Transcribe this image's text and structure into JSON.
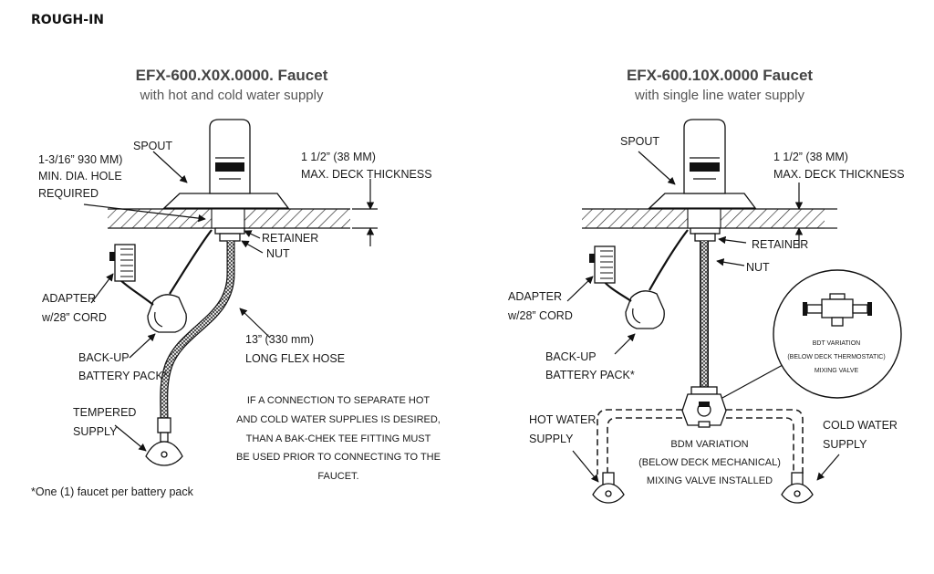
{
  "heading": "ROUGH-IN",
  "left": {
    "title": "EFX-600.X0X.0000. Faucet",
    "subtitle": "with hot and cold water supply",
    "spout": "SPOUT",
    "hole_line1": "1-3/16” 930 MM)",
    "hole_line2": "MIN. DIA. HOLE",
    "hole_line3": "REQUIRED",
    "deck_line1": "1 1/2” (38 MM)",
    "deck_line2": "MAX. DECK THICKNESS",
    "retainer": "RETAINER",
    "nut": "NUT",
    "adapter_line1": "ADAPTER",
    "adapter_line2": "w/28” CORD",
    "battery_line1": "BACK-UP",
    "battery_line2": "BATTERY PACK*",
    "hose_line1": "13” (330 mm)",
    "hose_line2": "LONG FLEX HOSE",
    "supply_line1": "TEMPERED",
    "supply_line2": "SUPPLY",
    "note_lines": [
      "IF A CONNECTION TO SEPARATE HOT",
      "AND COLD WATER SUPPLIES IS DESIRED,",
      "THAN A BAK-CHEK TEE FITTING MUST",
      "BE USED PRIOR TO CONNECTING TO THE",
      "FAUCET."
    ],
    "footnote": "*One (1) faucet per battery pack"
  },
  "right": {
    "title": "EFX-600.10X.0000 Faucet",
    "subtitle": "with single line water supply",
    "spout": "SPOUT",
    "deck_line1": "1 1/2” (38 MM)",
    "deck_line2": "MAX. DECK THICKNESS",
    "retainer": "RETAINER",
    "nut": "NUT",
    "adapter_line1": "ADAPTER",
    "adapter_line2": "w/28” CORD",
    "battery_line1": "BACK-UP",
    "battery_line2": "BATTERY PACK*",
    "bdt_line1": "BDT VARIATION",
    "bdt_line2": "(BELOW DECK THERMOSTATIC)",
    "bdt_line3": "MIXING VALVE",
    "hot_line1": "HOT WATER",
    "hot_line2": "SUPPLY",
    "cold_line1": "COLD WATER",
    "cold_line2": "SUPPLY",
    "bdm_line1": "BDM VARIATION",
    "bdm_line2": "(BELOW DECK MECHANICAL)",
    "bdm_line3": "MIXING VALVE INSTALLED"
  }
}
